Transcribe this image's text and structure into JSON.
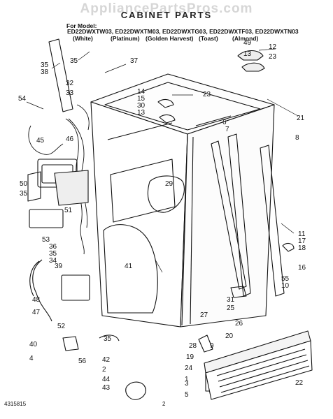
{
  "watermark": "AppliancePartsPros.com",
  "title": "CABINET PARTS",
  "for_label": "For Model:",
  "models": "ED22DWXTW03, ED22DWXTM03, ED22DWXTG03, ED22DWXTF03, ED22DWXTN03",
  "colors": [
    "(White)",
    "(Platinum)",
    "(Golden Harvest)",
    "(Toast)",
    "(Almond)"
  ],
  "footer": {
    "doc_number": "4315815",
    "page": "2"
  },
  "callouts": [
    {
      "label": "35"
    },
    {
      "label": "38"
    },
    {
      "label": "35"
    },
    {
      "label": "37"
    },
    {
      "label": "32"
    },
    {
      "label": "33"
    },
    {
      "label": "54"
    },
    {
      "label": "45"
    },
    {
      "label": "46"
    },
    {
      "label": "50"
    },
    {
      "label": "35"
    },
    {
      "label": "51"
    },
    {
      "label": "53"
    },
    {
      "label": "36"
    },
    {
      "label": "35"
    },
    {
      "label": "34"
    },
    {
      "label": "39"
    },
    {
      "label": "48"
    },
    {
      "label": "47"
    },
    {
      "label": "52"
    },
    {
      "label": "35"
    },
    {
      "label": "40"
    },
    {
      "label": "4"
    },
    {
      "label": "56"
    },
    {
      "label": "42"
    },
    {
      "label": "2"
    },
    {
      "label": "44"
    },
    {
      "label": "41"
    },
    {
      "label": "14"
    },
    {
      "label": "15"
    },
    {
      "label": "30"
    },
    {
      "label": "13"
    },
    {
      "label": "23"
    },
    {
      "label": "29"
    },
    {
      "label": "49"
    },
    {
      "label": "12"
    },
    {
      "label": "13"
    },
    {
      "label": "23"
    },
    {
      "label": "21"
    },
    {
      "label": "6"
    },
    {
      "label": "7"
    },
    {
      "label": "8"
    },
    {
      "label": "11"
    },
    {
      "label": "17"
    },
    {
      "label": "18"
    },
    {
      "label": "16"
    },
    {
      "label": "55"
    },
    {
      "label": "10"
    },
    {
      "label": "31"
    },
    {
      "label": "25"
    },
    {
      "label": "26"
    },
    {
      "label": "27"
    },
    {
      "label": "28"
    },
    {
      "label": "19"
    },
    {
      "label": "24"
    },
    {
      "label": "1"
    },
    {
      "label": "3"
    },
    {
      "label": "5"
    },
    {
      "label": "9"
    },
    {
      "label": "43"
    },
    {
      "label": "20"
    },
    {
      "label": "22"
    }
  ]
}
